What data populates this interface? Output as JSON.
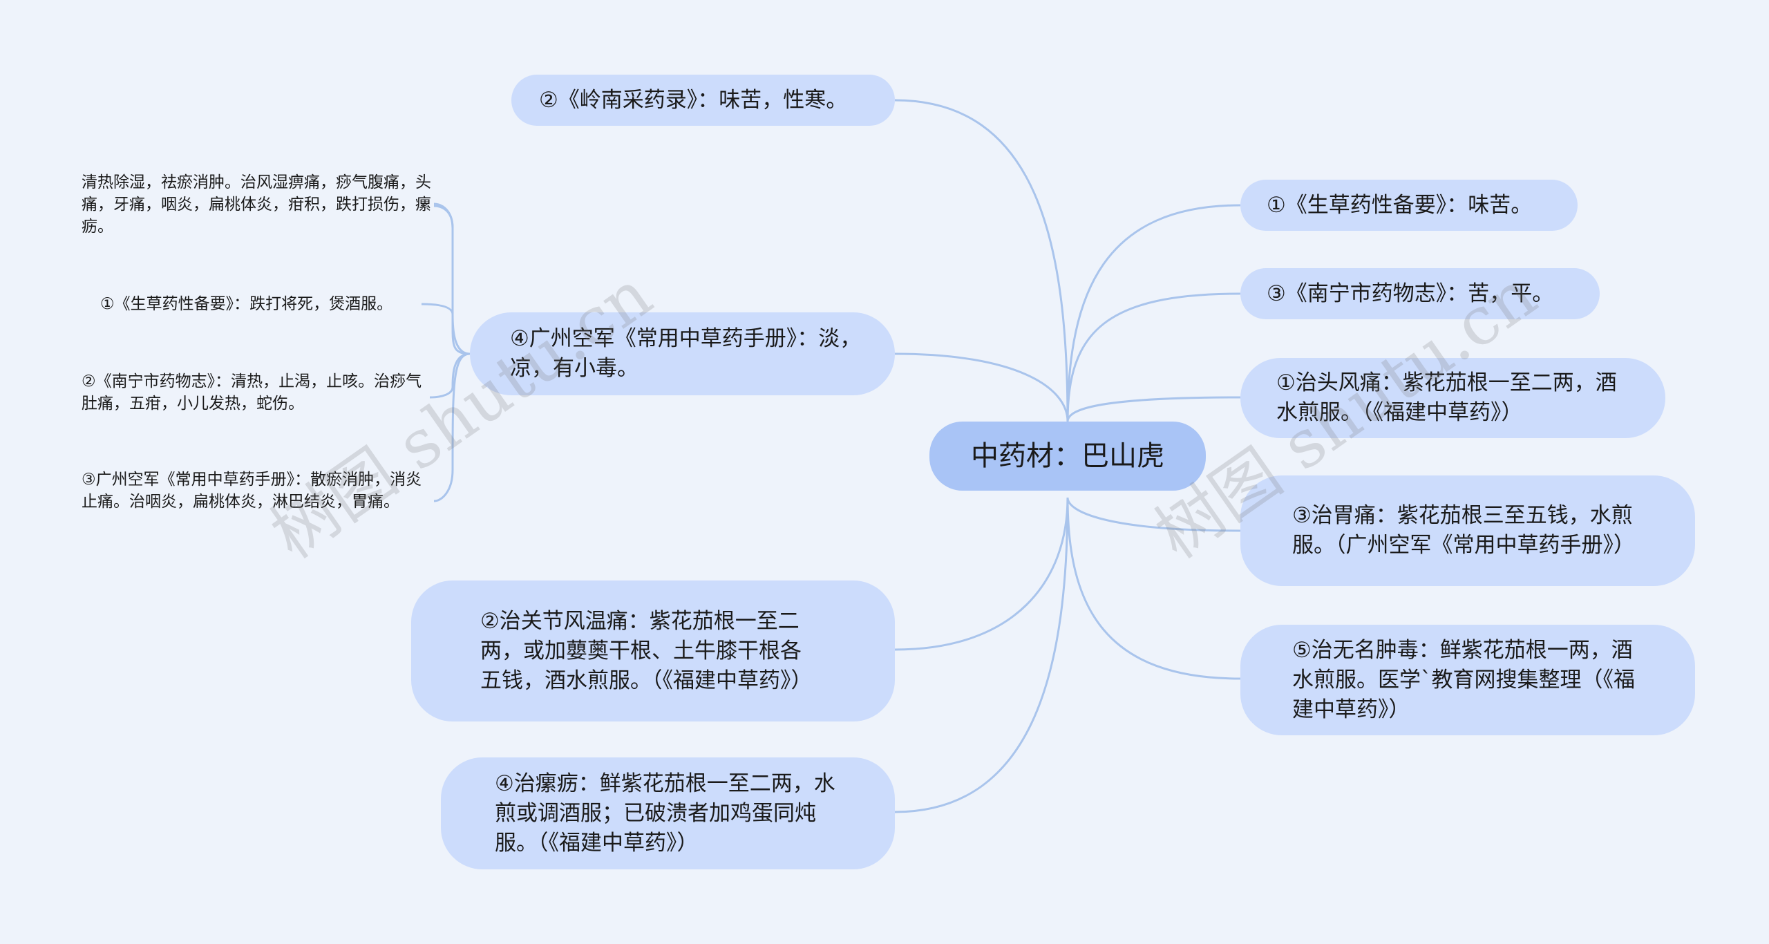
{
  "root": {
    "label": "中药材：巴山虎"
  },
  "left_branches": [
    {
      "id": "lingnan",
      "label": "②《岭南采药录》：味苦，性寒。"
    },
    {
      "id": "guangzhou",
      "label": "④广州空军《常用中草药手册》：淡，凉，有小毒。"
    },
    {
      "id": "joint",
      "label": "②治关节风温痛：紫花茄根一至二两，或加蘡薁干根、土牛膝干根各五钱，酒水煎服。（《福建中草药》）"
    },
    {
      "id": "scrofula",
      "label": "④治瘰疬：鲜紫花茄根一至二两，水煎或调酒服；已破溃者加鸡蛋同炖服。（《福建中草药》）"
    }
  ],
  "leaves": [
    {
      "id": "leaf1",
      "label": "清热除湿，祛瘀消肿。治风湿痹痛，痧气腹痛，头痛，牙痛，咽炎，扁桃体炎，疳积，跌打损伤，瘰疬。"
    },
    {
      "id": "leaf2",
      "label": "①《生草药性备要》：跌打将死，煲酒服。"
    },
    {
      "id": "leaf3",
      "label": "②《南宁市药物志》：清热，止渴，止咳。治痧气肚痛，五疳，小儿发热，蛇伤。"
    },
    {
      "id": "leaf4",
      "label": "③广州空军《常用中草药手册》：散瘀消肿，消炎止痛。治咽炎，扁桃体炎，淋巴结炎，胃痛。"
    }
  ],
  "right_branches": [
    {
      "id": "shengcao",
      "label": "①《生草药性备要》：味苦。"
    },
    {
      "id": "nanning",
      "label": "③《南宁市药物志》：苦，平。"
    },
    {
      "id": "headache",
      "label": "①治头风痛：紫花茄根一至二两，酒水煎服。（《福建中草药》）"
    },
    {
      "id": "stomach",
      "label": "③治胃痛：紫花茄根三至五钱，水煎服。（广州空军《常用中草药手册》）"
    },
    {
      "id": "swelling",
      "label": "⑤治无名肿毒：鲜紫花茄根一两，酒水煎服。医学`教育网搜集整理（《福建中草药》）"
    }
  ],
  "watermarks": [
    "树图 shutu.cn",
    "树图 shutu.cn"
  ],
  "colors": {
    "background": "#eef3fb",
    "node": "#ccdcfc",
    "root": "#a9c4f6",
    "link": "#a9c4ec"
  }
}
